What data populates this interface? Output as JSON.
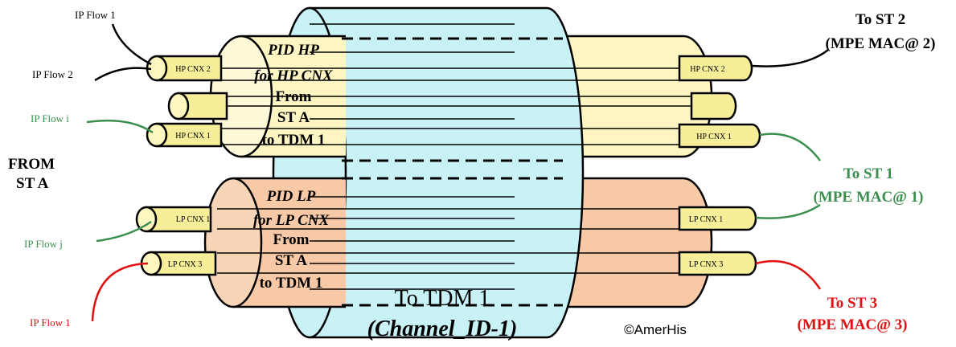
{
  "colors": {
    "hp_pipe": "#fff6c4",
    "hp_pipe_face": "#fff9d8",
    "lp_pipe": "#f7c9a6",
    "lp_pipe_face": "#f9d5b8",
    "channel": "#c9f2f7",
    "cnx": "#f7ee9a",
    "cnx_face": "#fff7c0",
    "line": "#000000",
    "green": "#3a8f4e",
    "red": "#e01010"
  },
  "labels": {
    "ip_flow_1_top": "IP Flow 1",
    "ip_flow_2": "IP Flow 2",
    "ip_flow_i": "IP Flow  i",
    "ip_flow_j": "IP Flow  j",
    "ip_flow_1_bottom": "IP Flow  1",
    "from_st_a_line1": "FROM",
    "from_st_a_line2": "ST A",
    "hp_cnx_2_left": "HP CNX 2",
    "hp_cnx_1_left": "HP CNX 1",
    "lp_cnx_1_left": "LP CNX 1",
    "lp_cnx_3_left": "LP CNX 3",
    "hp_cnx_2_right": "HP CNX 2",
    "hp_cnx_1_right": "HP CNX 1",
    "lp_cnx_1_right": "LP CNX 1",
    "lp_cnx_3_right": "LP CNX 3",
    "pid_hp_line1": "PID HP",
    "pid_hp_line2": "for HP CNX",
    "pid_hp_line3": "From",
    "pid_hp_line4": "ST A",
    "pid_hp_line5": "to TDM 1",
    "pid_lp_line1": "PID LP",
    "pid_lp_line2": "for LP CNX",
    "pid_lp_line3": "From",
    "pid_lp_line4": "ST A",
    "pid_lp_line5": "to TDM 1",
    "to_tdm_1": "To TDM 1",
    "channel_id": "(Channel_ID-1)",
    "to_st_2_line1": "To ST 2",
    "to_st_2_line2": "(MPE MAC@ 2)",
    "to_st_1_line1": "To ST 1",
    "to_st_1_line2": "(MPE MAC@ 1)",
    "to_st_3_line1": "To ST 3",
    "to_st_3_line2": "(MPE MAC@ 3)",
    "copyright": "©AmerHis"
  }
}
